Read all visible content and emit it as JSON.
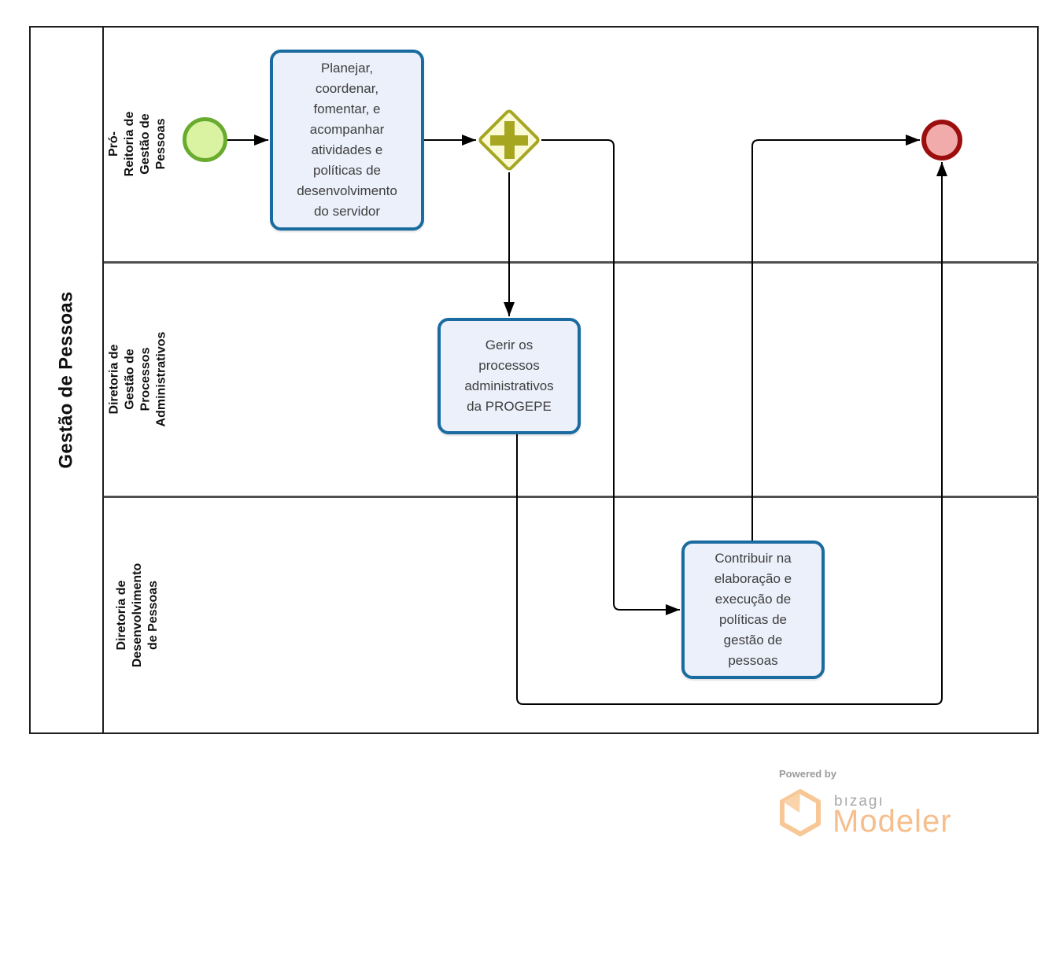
{
  "pool": {
    "title": "Gestão de Pessoas"
  },
  "lanes": [
    {
      "label": "Pró-Reitoria de Gestão de\nPessoas"
    },
    {
      "label": "Diretoria de Gestão de\nProcessos Administrativos"
    },
    {
      "label": "Diretoria de Desenvolvimento\nde Pessoas"
    }
  ],
  "nodes": {
    "start": {
      "type": "start-event"
    },
    "task1": {
      "text": "Planejar,\ncoordenar,\nfomentar, e\nacompanhar\natividades e\npolíticas de\ndesenvolvimento\ndo servidor"
    },
    "gateway": {
      "type": "parallel-gateway"
    },
    "task2": {
      "text": "Gerir os\nprocessos\nadministrativos\nda PROGEPE"
    },
    "task3": {
      "text": "Contribuir na\nelaboração e\nexecução de\npolíticas de\ngestão de\npessoas"
    },
    "end": {
      "type": "end-event"
    }
  },
  "footer": {
    "powered_by": "Powered by",
    "brand": "bızagı",
    "product": "Modeler"
  },
  "colors": {
    "start_fill": "#D9F3A2",
    "start_border": "#69AB2E",
    "end_fill": "#F1ABAB",
    "end_border": "#9D0F0F",
    "task_fill": "#ECF0FB",
    "task_border": "#1A6B9F",
    "gateway_fill": "#FAFAD7",
    "gateway_border": "#A6A621",
    "connector": "#000000",
    "lane_border": "#4F4F4F",
    "pool_border": "#1E1E1E",
    "brand_orange": "#F6BE8C",
    "brand_gray": "#A8A8A8"
  }
}
